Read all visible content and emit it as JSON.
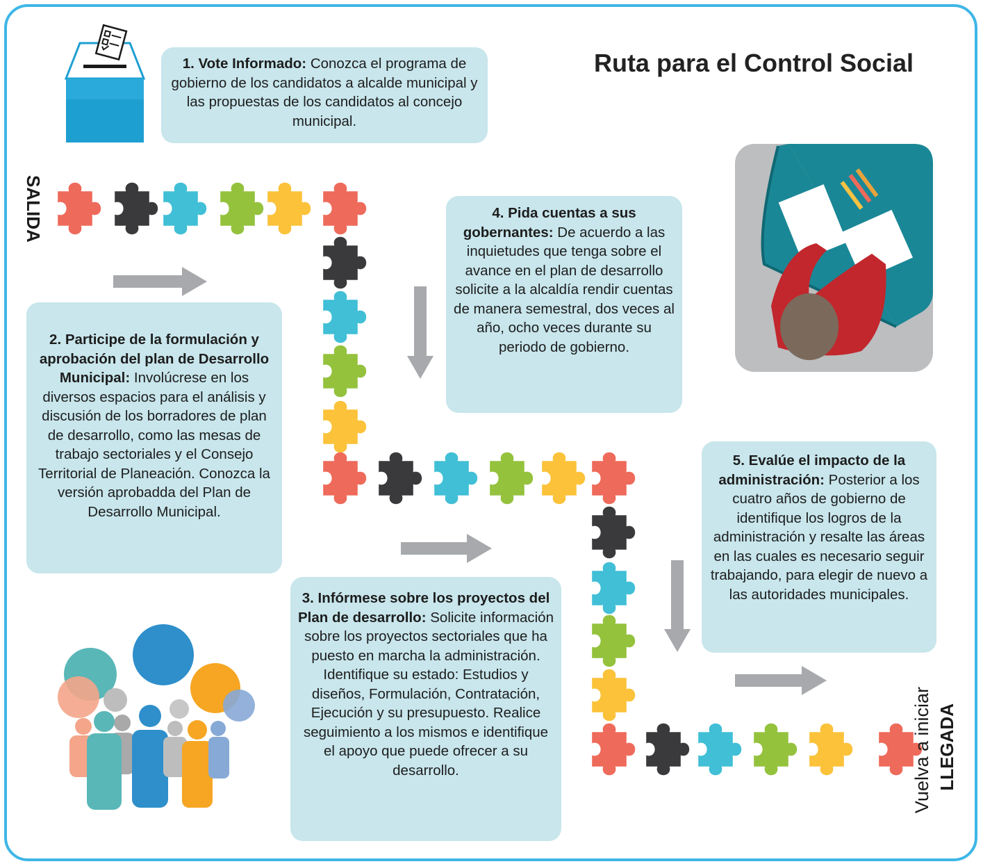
{
  "title": "Ruta para el Control Social",
  "start_label": "SALIDA",
  "end_label": "LLEGADA",
  "restart_label": "Vuelva a iniciar",
  "colors": {
    "frame": "#3fb6e6",
    "box_bg": "#c8e6ec",
    "arrow": "#a7a9ac",
    "puzzle": [
      "#ee6a5a",
      "#3a3a3c",
      "#40bfd6",
      "#94c23d",
      "#fbc23a"
    ]
  },
  "steps": [
    {
      "heading": "1. Vote Informado:",
      "body": " Conozca el programa de gobierno de los candidatos a alcalde municipal y las propuestas de los candidatos al concejo municipal."
    },
    {
      "heading": "2. Participe de la formulación y aprobación del plan de Desarrollo Municipal:",
      "body": " Involúcrese en los diversos espacios para el análisis y discusión de los borradores de plan de desarrollo, como las mesas de trabajo sectoriales y el Consejo Territorial de Planeación. Conozca la versión aprobadda del Plan de Desarrollo Municipal."
    },
    {
      "heading": "3. Infórmese sobre los proyectos del Plan de desarrollo:",
      "body": " Solicite información sobre los proyectos sectoriales que ha puesto en marcha la administración. Identifique su estado: Estudios y diseños, Formulación, Contratación, Ejecución y su presupuesto. Realice seguimiento a los mismos e identifique el apoyo que puede ofrecer a su desarrollo."
    },
    {
      "heading": "4. Pida cuentas a sus gobernantes:",
      "body": " De acuerdo a las inquietudes que tenga sobre el avance en el plan de desarrollo solicite a la alcaldía  rendir cuentas de manera semestral, dos veces al año, ocho veces durante su periodo de gobierno."
    },
    {
      "heading": "5. Evalúe el impacto de la administración:",
      "body": " Posterior a los cuatro años de gobierno de identifique los logros de la administración y resalte las áreas en las cuales es necesario seguir trabajando, para elegir de nuevo a las autoridades municipales."
    }
  ],
  "icons": [
    "ballot-box-icon",
    "person-at-desk-icon",
    "people-speech-bubbles-icon",
    "arrow-right-icon",
    "arrow-down-icon",
    "puzzle-piece-icon"
  ]
}
